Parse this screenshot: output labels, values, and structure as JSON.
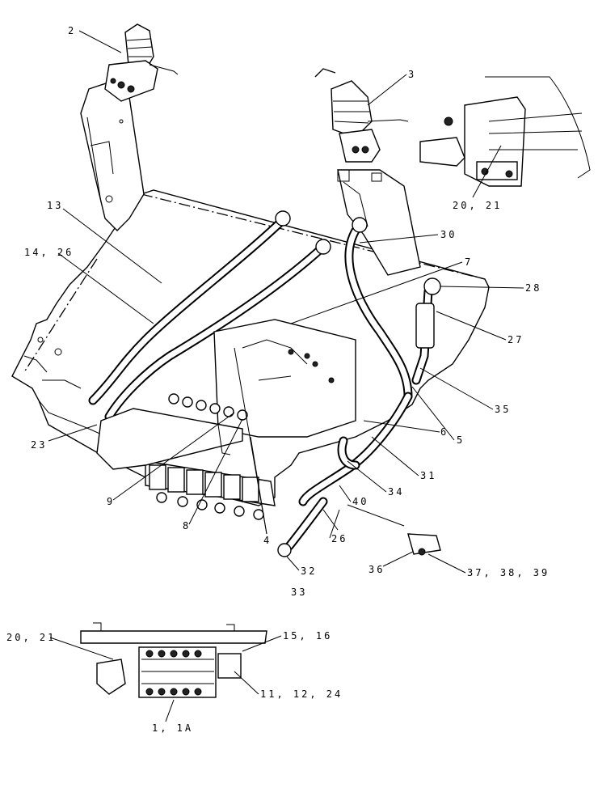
{
  "callouts": [
    {
      "id": "c2",
      "label": "2"
    },
    {
      "id": "c3",
      "label": "3"
    },
    {
      "id": "c13",
      "label": "13"
    },
    {
      "id": "c14_26",
      "label": "14, 26"
    },
    {
      "id": "c20_21_top",
      "label": "20, 21"
    },
    {
      "id": "c30",
      "label": "30"
    },
    {
      "id": "c7",
      "label": "7"
    },
    {
      "id": "c28",
      "label": "28"
    },
    {
      "id": "c27",
      "label": "27"
    },
    {
      "id": "c35",
      "label": "35"
    },
    {
      "id": "c5",
      "label": "5"
    },
    {
      "id": "c6",
      "label": "6"
    },
    {
      "id": "c31",
      "label": "31"
    },
    {
      "id": "c34",
      "label": "34"
    },
    {
      "id": "c40",
      "label": "40"
    },
    {
      "id": "c26",
      "label": "26"
    },
    {
      "id": "c23",
      "label": "23"
    },
    {
      "id": "c9",
      "label": "9"
    },
    {
      "id": "c8",
      "label": "8"
    },
    {
      "id": "c4",
      "label": "4"
    },
    {
      "id": "c32",
      "label": "32"
    },
    {
      "id": "c33",
      "label": "33"
    },
    {
      "id": "c36",
      "label": "36"
    },
    {
      "id": "c37_38_39",
      "label": "37, 38, 39"
    },
    {
      "id": "c20_21_bottom",
      "label": "20, 21"
    },
    {
      "id": "c15_16",
      "label": "15, 16"
    },
    {
      "id": "c11_12_24",
      "label": "11, 12, 24"
    },
    {
      "id": "c1_1a",
      "label": "1, 1A"
    }
  ]
}
